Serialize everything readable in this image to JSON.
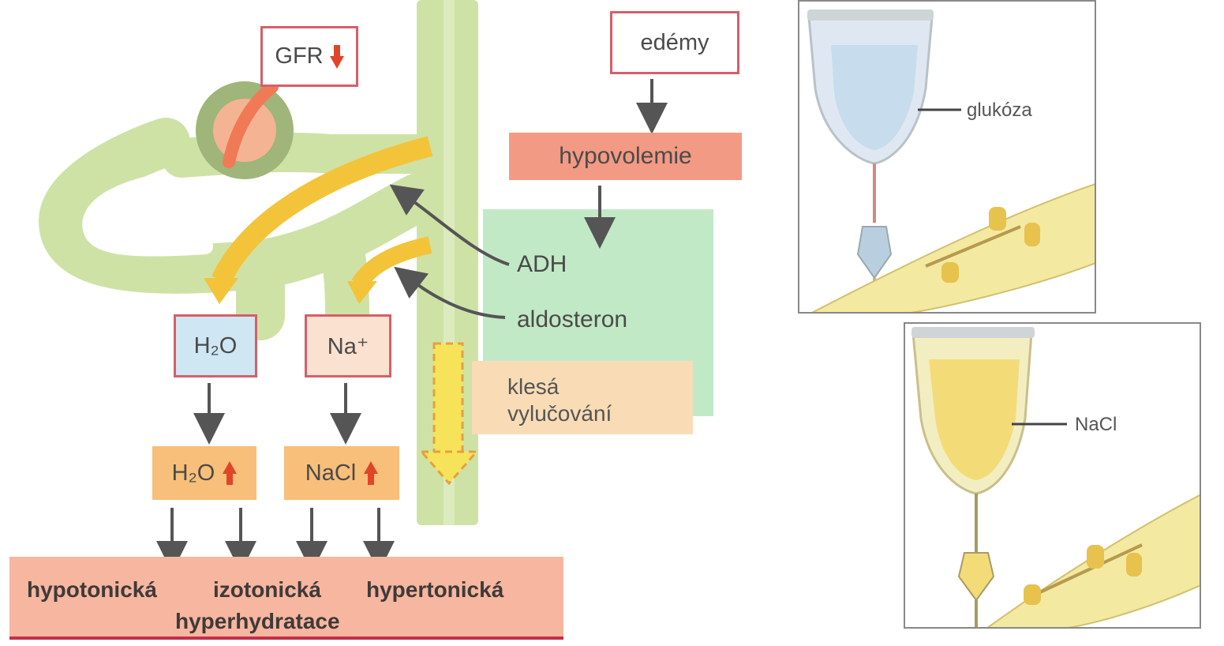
{
  "colors": {
    "tubule": "#cfe2a6",
    "tubule_shadow": "#a9c27d",
    "arrow_yellow": "#f3c43a",
    "box_border": "#d45f6a",
    "green_panel": "#c2e9c6",
    "orange": "#f7bf79",
    "salmon": "#f29a83",
    "red_up": "#e0452c",
    "gray_arrow": "#555555"
  },
  "labels": {
    "gfr": "GFR",
    "edemy": "edémy",
    "hypovolemie": "hypovolemie",
    "adh": "ADH",
    "aldosteron": "aldosteron",
    "h2o_box": "H₂O",
    "na_box": "Na⁺",
    "klesa_line1": "klesá",
    "klesa_line2": "vylučování",
    "h2o_up": "H₂O",
    "nacl_up": "NaCl",
    "hypotonicka": "hypotonická",
    "izotonicka": "izotonická",
    "hypertonicka": "hypertonická",
    "hyperhydratace": "hyperhydratace"
  },
  "illustrations": {
    "top_label": "glukóza",
    "bottom_label": "NaCl"
  },
  "icons": {
    "gfr_down": "down-arrow-icon",
    "h2o_increase": "up-arrow-icon",
    "nacl_increase": "up-arrow-icon"
  }
}
